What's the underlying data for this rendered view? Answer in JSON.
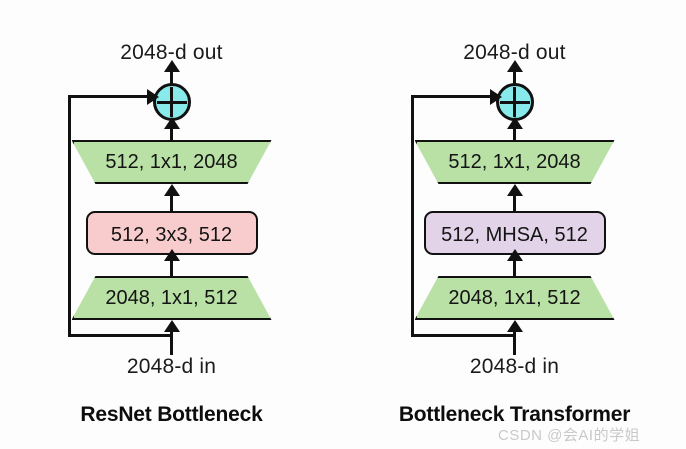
{
  "figure": {
    "background_color": "#fdfdfd",
    "line_color": "#111111"
  },
  "colors": {
    "green_fill": "#b9e0a5",
    "pink_fill": "#f8cccc",
    "purple_fill": "#e3d3e8",
    "cyan_fill": "#88eaea",
    "stroke": "#111111"
  },
  "panels": [
    {
      "id": "resnet-bottleneck",
      "caption": "ResNet Bottleneck",
      "input_label": "2048-d in",
      "output_label": "2048-d out",
      "sum_node": "element-wise-sum",
      "blocks": [
        {
          "label": "512, 1x1, 2048",
          "shape": "trapezoid-wide-top",
          "fill": "#b9e0a5"
        },
        {
          "label": "512, 3x3, 512",
          "shape": "rounded-rect",
          "fill": "#f8cccc"
        },
        {
          "label": "2048, 1x1, 512",
          "shape": "trapezoid-wide-bottom",
          "fill": "#b9e0a5"
        }
      ]
    },
    {
      "id": "bottleneck-transformer",
      "caption": "Bottleneck Transformer",
      "input_label": "2048-d in",
      "output_label": "2048-d out",
      "sum_node": "element-wise-sum",
      "blocks": [
        {
          "label": "512, 1x1, 2048",
          "shape": "trapezoid-wide-top",
          "fill": "#b9e0a5"
        },
        {
          "label": "512, MHSA, 512",
          "shape": "rounded-rect",
          "fill": "#e3d3e8"
        },
        {
          "label": "2048, 1x1, 512",
          "shape": "trapezoid-wide-bottom",
          "fill": "#b9e0a5"
        }
      ]
    }
  ],
  "watermark": {
    "text": "CSDN @会AI的学姐"
  }
}
